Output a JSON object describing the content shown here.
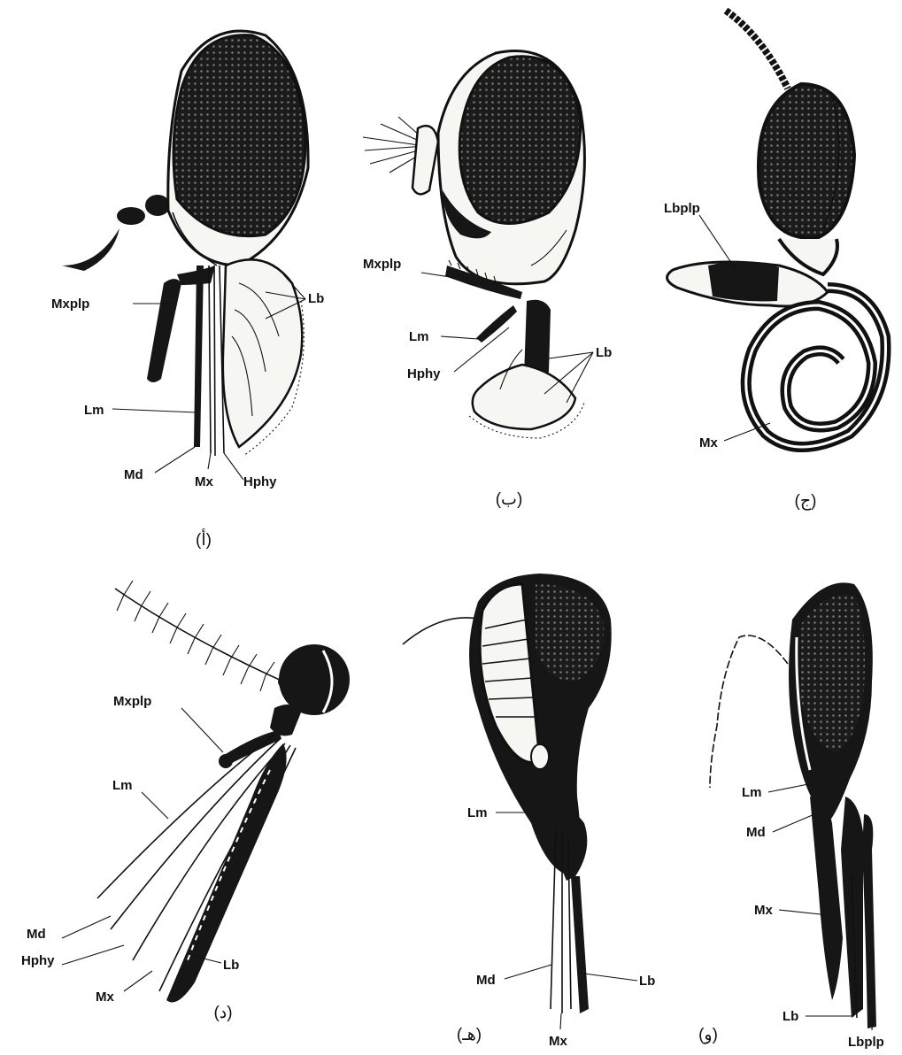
{
  "panels": [
    {
      "caption": "(أ)",
      "labels": {
        "mxplp": "Mxplp",
        "lb": "Lb",
        "lm": "Lm",
        "md": "Md",
        "mx": "Mx",
        "hphy": "Hphy"
      }
    },
    {
      "caption": "(ب)",
      "labels": {
        "mxplp": "Mxplp",
        "lm": "Lm",
        "hphy": "Hphy",
        "lb": "Lb"
      }
    },
    {
      "caption": "(ج)",
      "labels": {
        "lbplp": "Lbplp",
        "mx": "Mx"
      }
    },
    {
      "caption": "(د)",
      "labels": {
        "mxplp": "Mxplp",
        "lm": "Lm",
        "md": "Md",
        "hphy": "Hphy",
        "mx": "Mx",
        "lb": "Lb"
      }
    },
    {
      "caption": "(هـ)",
      "labels": {
        "lm": "Lm",
        "md": "Md",
        "lb": "Lb",
        "mx": "Mx"
      }
    },
    {
      "caption": "(و)",
      "labels": {
        "lm": "Lm",
        "md": "Md",
        "mx": "Mx",
        "lb": "Lb",
        "lbplp": "Lbplp"
      }
    }
  ]
}
